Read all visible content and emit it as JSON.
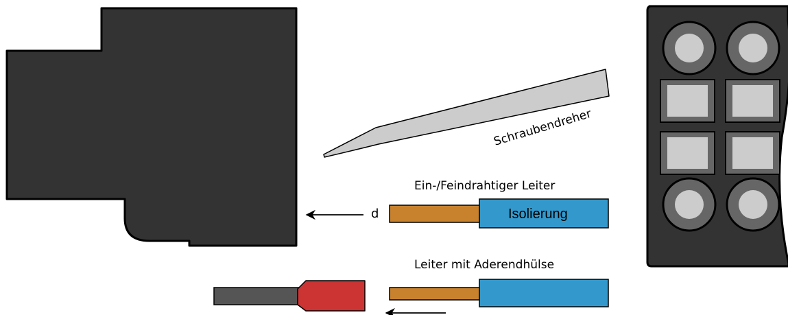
{
  "labels": {
    "screwdriver": "Schraubendreher",
    "solid_wire": "Ein-/Feindrahtiger Leiter",
    "dimension": "d",
    "insulation": "Isolierung",
    "ferrule_wire": "Leiter mit Aderendhülse"
  },
  "colors": {
    "housing": "#333333",
    "screwdriver": "#cccccc",
    "copper": "#c8822e",
    "insulation": "#3399cc",
    "ferrule_sleeve": "#cc3333",
    "ferrule_pin": "#555555",
    "terminal_ring": "#666666",
    "terminal_core": "#cccccc"
  }
}
